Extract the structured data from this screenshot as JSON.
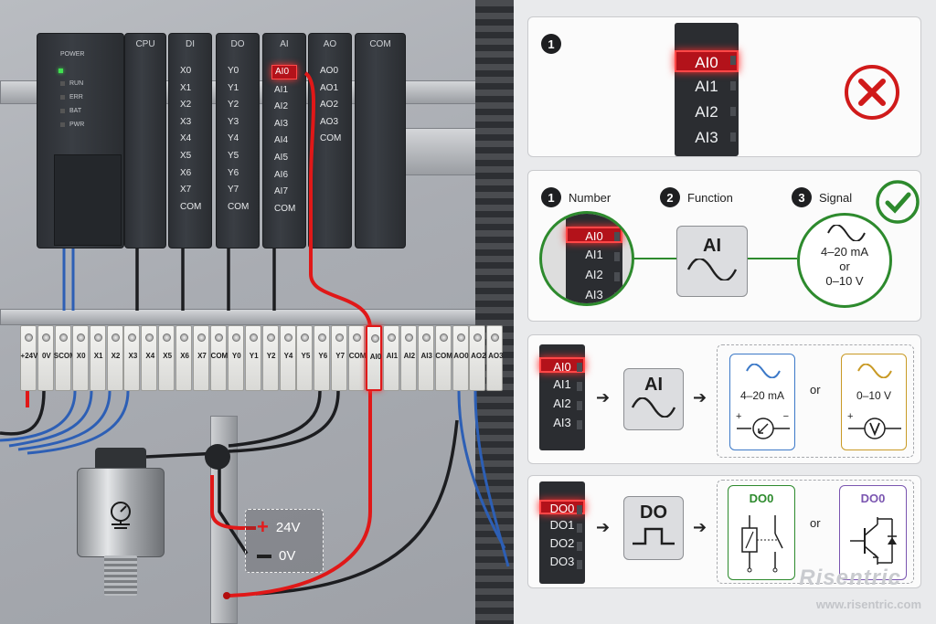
{
  "plc": {
    "modules": [
      {
        "name": "CPU",
        "ports": []
      },
      {
        "name": "DI",
        "ports": [
          "X0",
          "X1",
          "X2",
          "X3",
          "X4",
          "X5",
          "X6",
          "X7",
          "COM"
        ]
      },
      {
        "name": "DO",
        "ports": [
          "Y0",
          "Y1",
          "Y2",
          "Y3",
          "Y4",
          "Y5",
          "Y6",
          "Y7",
          "COM"
        ]
      },
      {
        "name": "AI",
        "ports": [
          "AI0",
          "AI1",
          "AI2",
          "AI3",
          "AI4",
          "AI5",
          "AI6",
          "AI7",
          "COM"
        ]
      },
      {
        "name": "AO",
        "ports": [
          "AO0",
          "AO1",
          "AO2",
          "AO3",
          "COM"
        ]
      },
      {
        "name": "COM",
        "ports": []
      }
    ],
    "power_label": "POWER",
    "status_leds": [
      "RUN",
      "ERR",
      "BAT",
      "PWR"
    ]
  },
  "terminals": [
    "+24V",
    "0V",
    "SCOM",
    "X0",
    "X1",
    "X2",
    "X3",
    "X4",
    "X5",
    "X6",
    "X7",
    "COM",
    "Y0",
    "Y1",
    "Y2",
    "Y4",
    "Y5",
    "Y6",
    "Y7",
    "COM",
    "AI0",
    "AI1",
    "AI2",
    "AI3",
    "COM",
    "AO0",
    "AO2",
    "AO3"
  ],
  "highlighted_terminal": "AI0",
  "supply": {
    "plus": "24V",
    "minus": "0V"
  },
  "panel1": {
    "num": "1",
    "ports": [
      "AI0",
      "AI1",
      "AI2",
      "AI3"
    ]
  },
  "panel2": {
    "steps": [
      {
        "num": "1",
        "label": "Number"
      },
      {
        "num": "2",
        "label": "Function"
      },
      {
        "num": "3",
        "label": "Signal"
      }
    ],
    "ports": [
      "AI0",
      "AI1",
      "AI2",
      "AI3"
    ],
    "fn": "AI",
    "signal_a": "4–20 mA",
    "signal_or": "or",
    "signal_b": "0–10 V"
  },
  "panel3": {
    "ports": [
      "AI0",
      "AI1",
      "AI2",
      "AI3"
    ],
    "fn": "AI",
    "opt_a": "4–20 mA",
    "or": "or",
    "opt_b": "0–10 V",
    "plus": "+",
    "minus": "−"
  },
  "panel4": {
    "ports": [
      "DO0",
      "DO1",
      "DO2",
      "DO3"
    ],
    "fn": "DO",
    "opt_a": "DO0",
    "or": "or",
    "opt_b": "DO0"
  },
  "brand": {
    "name": "Risentric",
    "url": "www.risentric.com"
  },
  "colors": {
    "red": "#e01818",
    "green": "#2d8a2d",
    "blue": "#3c79c8",
    "amber": "#c99a25",
    "purple": "#7a55b0"
  }
}
